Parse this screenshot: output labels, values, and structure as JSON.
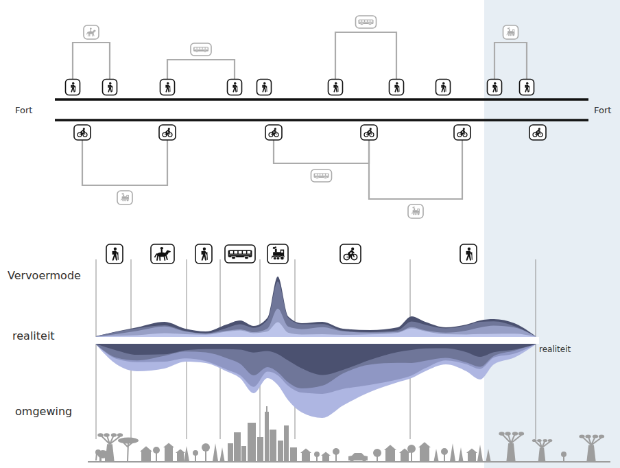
{
  "diagram": {
    "labels": [
      "Fort",
      "Fort",
      "Vervoermode",
      "realiteit",
      "realiteit",
      "omgewing"
    ]
  }
}
